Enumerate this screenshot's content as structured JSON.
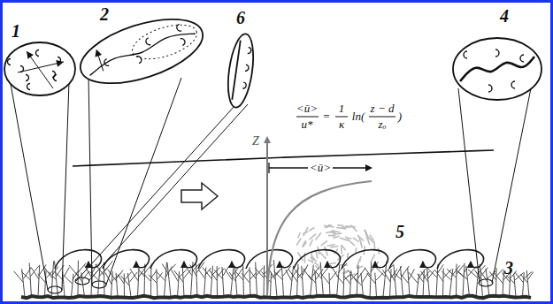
{
  "diagram": {
    "labels": [
      "1",
      "2",
      "6",
      "4",
      "3",
      "5",
      "Z",
      "<ū>",
      "u*",
      "=",
      "1",
      "κ",
      "ln(",
      "z − d",
      "zₒ",
      ")",
      "<ū>"
    ]
  }
}
